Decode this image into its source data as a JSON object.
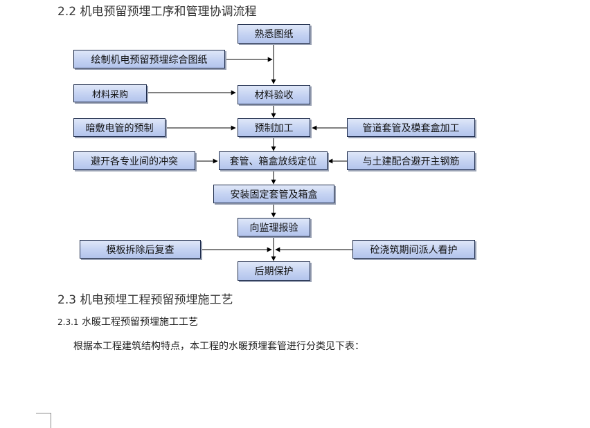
{
  "section_2_2": {
    "number": "2.2",
    "title": "机电预留预埋工序和管理协调流程"
  },
  "flowchart": {
    "center": {
      "familiarize": "熟悉图纸",
      "material_acceptance": "材料验收",
      "prefabrication": "预制加工",
      "positioning": "套管、箱盒放线定位",
      "install_fix": "安装固定套管及箱盒",
      "report_supervision": "向监理报验",
      "protection": "后期保护"
    },
    "left": {
      "composite_drawing": "绘制机电预留预埋综合图纸",
      "procurement": "材料采购",
      "conduit_prefab": "暗敷电管的预制",
      "avoid_conflict": "避开各专业间的冲突",
      "formwork_check": "模板拆除后复查"
    },
    "right": {
      "sleeve_processing": "管道套管及模套盒加工",
      "avoid_rebar": "与土建配合避开主钢筋",
      "pouring_watch": "砼浇筑期间派人看护"
    }
  },
  "section_2_3": {
    "number": "2.3",
    "title": "机电预埋工程预留预埋施工艺"
  },
  "section_2_3_1": {
    "number": "2.3.1",
    "title": "水暖工程预留预埋施工工艺"
  },
  "paragraph": {
    "text": "根据本工程建筑结构特点，本工程的水暖预埋套管进行分类见下表："
  }
}
